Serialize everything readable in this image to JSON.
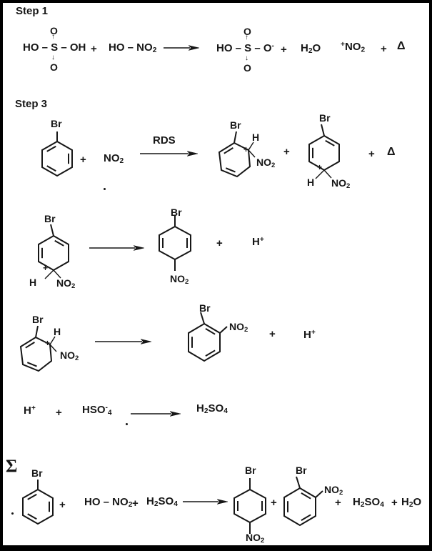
{
  "meta": {
    "title_step1": "Step 1",
    "title_step3": "Step 3",
    "sigma": "Σ",
    "rds": "RDS"
  },
  "common": {
    "plus": "+",
    "delta": "Δ",
    "br": "Br",
    "h": "H",
    "charge_plus": "+",
    "no2": [
      {
        "v": "NO"
      },
      {
        "sub": "2"
      }
    ],
    "h_plus": [
      {
        "v": "H"
      },
      {
        "sup": "+"
      }
    ],
    "h2o": [
      {
        "v": "H"
      },
      {
        "sub": "2"
      },
      {
        "v": "O"
      }
    ],
    "h2so4": [
      {
        "v": "H"
      },
      {
        "sub": "2"
      },
      {
        "v": "SO"
      },
      {
        "sub": "4"
      }
    ],
    "no2_cation": [
      {
        "sup": "+"
      },
      {
        "v": "NO"
      },
      {
        "sub": "2"
      }
    ],
    "hso4_anion": [
      {
        "v": "HSO"
      },
      {
        "sup": "-"
      },
      {
        "sub": "4"
      }
    ],
    "ho_no2": [
      {
        "v": "HO – NO"
      },
      {
        "sub": "2"
      }
    ]
  },
  "sulfuric_structure": {
    "row": "HO – S – OH",
    "o_top": "O",
    "o_bottom": "O",
    "dative_up": "↑",
    "dative_down": "↓"
  },
  "bisulfate_structure": {
    "row": [
      {
        "v": "HO – S – O"
      },
      {
        "sup": "-"
      }
    ],
    "o_top": "O",
    "o_bottom": "O",
    "dative_up": "↑",
    "dative_down": "↓"
  },
  "colors": {
    "ink": "#161616",
    "paper": "#ffffff",
    "frame": "#000000"
  }
}
